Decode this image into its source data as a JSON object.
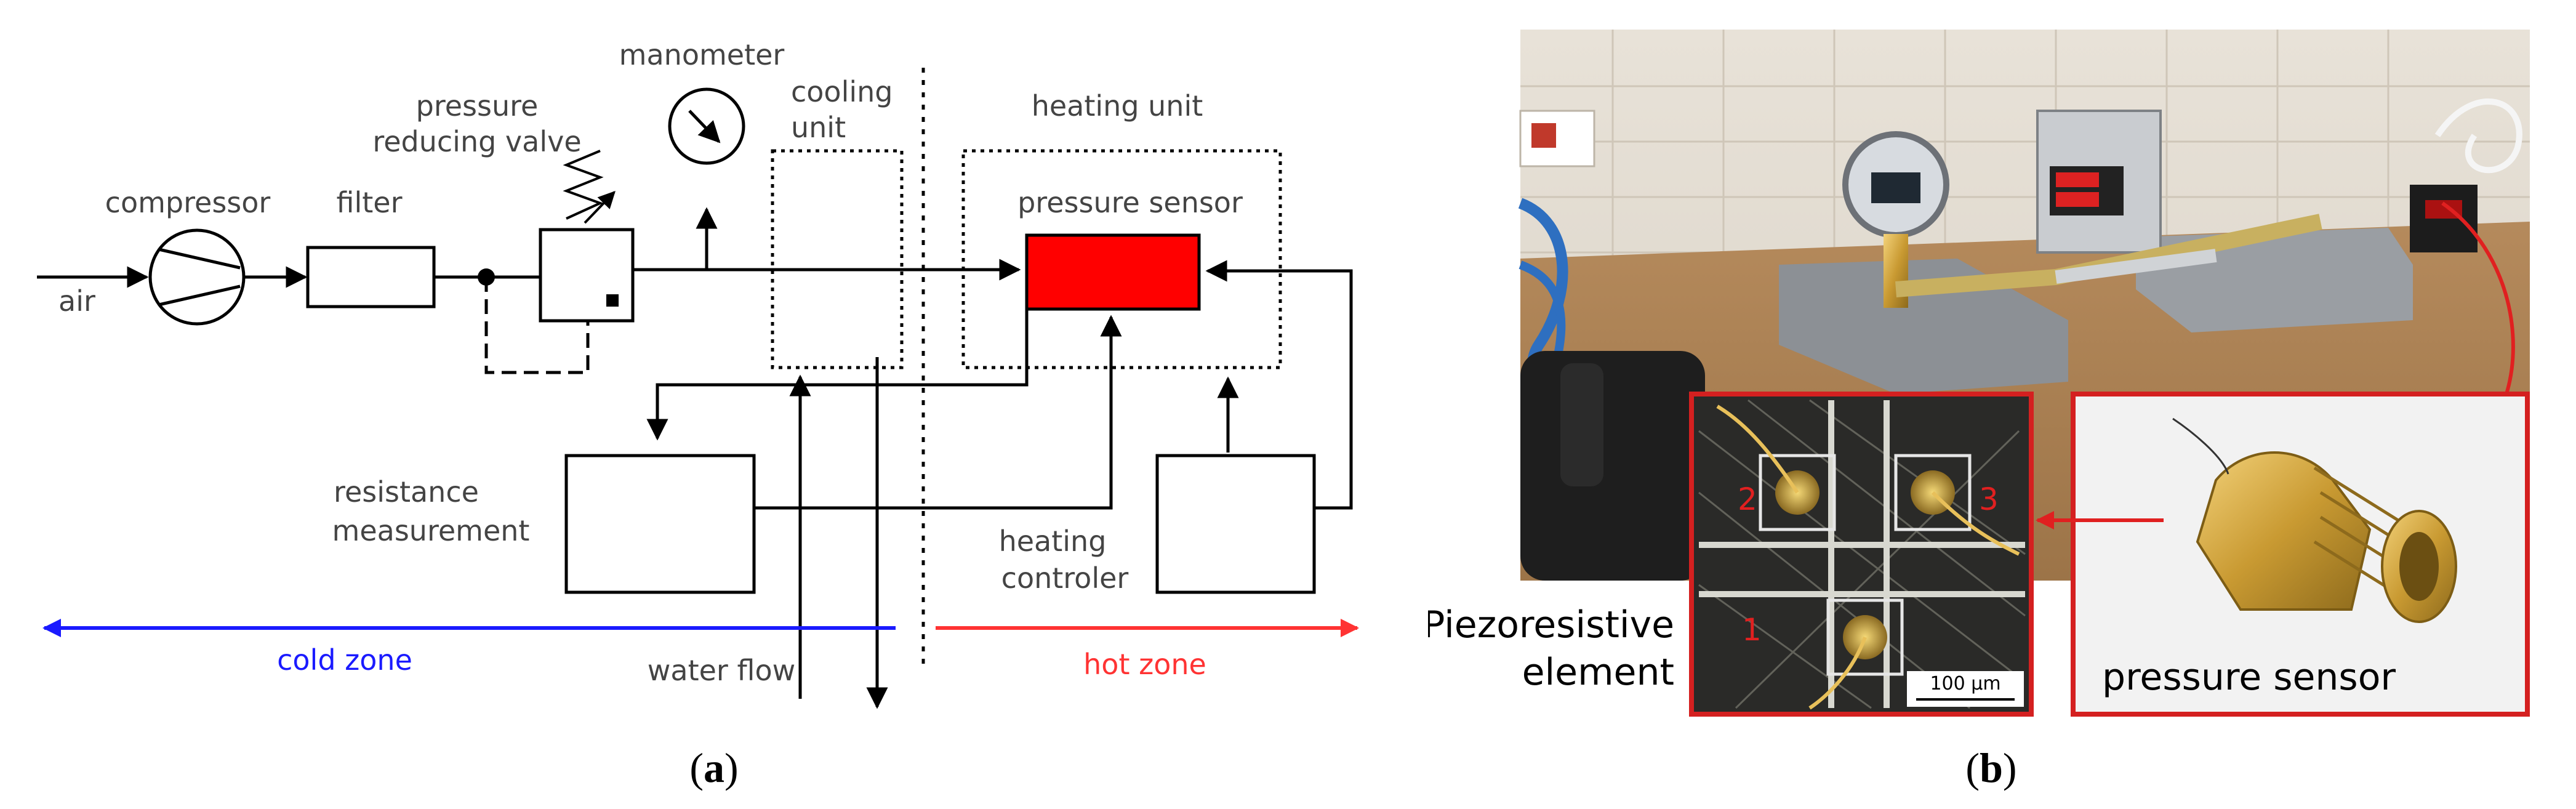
{
  "panel_a": {
    "labels": {
      "manometer": "manometer",
      "pressure_reducing_valve_line1": "pressure",
      "pressure_reducing_valve_line2": "reducing valve",
      "cooling_unit_line1": "cooling",
      "cooling_unit_line2": "unit",
      "heating_unit": "heating unit",
      "compressor": "compressor",
      "filter": "filter",
      "pressure_sensor": "pressure sensor",
      "air": "air",
      "resistance_measurement_line1": "resistance",
      "resistance_measurement_line2": "measurement",
      "heating_controler_line1": "heating",
      "heating_controler_line2": "controler",
      "cold_zone": "cold zone",
      "hot_zone": "hot zone",
      "water_flow": "water flow"
    },
    "caption": {
      "open": "(",
      "letter": "a",
      "close": ")"
    },
    "colors": {
      "cold_zone": "#1a1aff",
      "hot_zone": "#ff3333",
      "sensor_fill": "#ff0000",
      "line": "#000000"
    }
  },
  "panel_b": {
    "labels": {
      "piezoresistive_line1": "Piezoresistive",
      "piezoresistive_line2": "element",
      "pressure_sensor": "pressure sensor",
      "scale_bar": "100 µm",
      "pad_1": "1",
      "pad_2": "2",
      "pad_3": "3"
    },
    "caption": {
      "open": "(",
      "letter": "b",
      "close": ")"
    },
    "colors": {
      "frame": "#d42020",
      "arrow": "#e02020"
    }
  }
}
